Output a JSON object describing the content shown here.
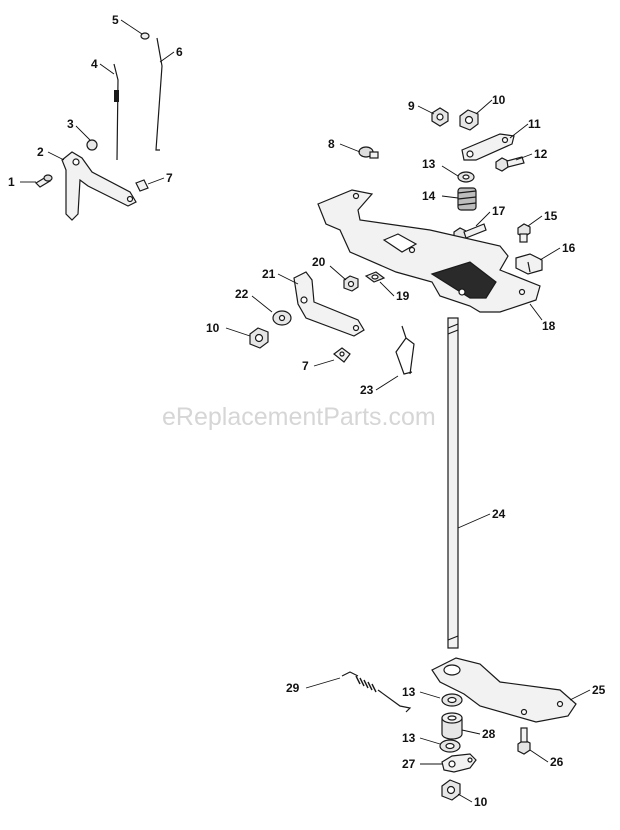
{
  "watermark": "eReplacementParts.com",
  "callouts": {
    "c1": "1",
    "c2": "2",
    "c3": "3",
    "c4": "4",
    "c5": "5",
    "c6": "6",
    "c7a": "7",
    "c7b": "7",
    "c8": "8",
    "c9": "9",
    "c10a": "10",
    "c10b": "10",
    "c10c": "10",
    "c11": "11",
    "c12": "12",
    "c13a": "13",
    "c13b": "13",
    "c13c": "13",
    "c14": "14",
    "c15": "15",
    "c16": "16",
    "c17": "17",
    "c18": "18",
    "c19": "19",
    "c20": "20",
    "c21": "21",
    "c22": "22",
    "c23": "23",
    "c24": "24",
    "c25": "25",
    "c26": "26",
    "c27": "27",
    "c28": "28",
    "c29": "29"
  },
  "colors": {
    "ink": "#1a1a1a",
    "part_fill": "#f2f2f2",
    "shade": "#9a9a9a",
    "watermark": "#d6d6d6"
  }
}
